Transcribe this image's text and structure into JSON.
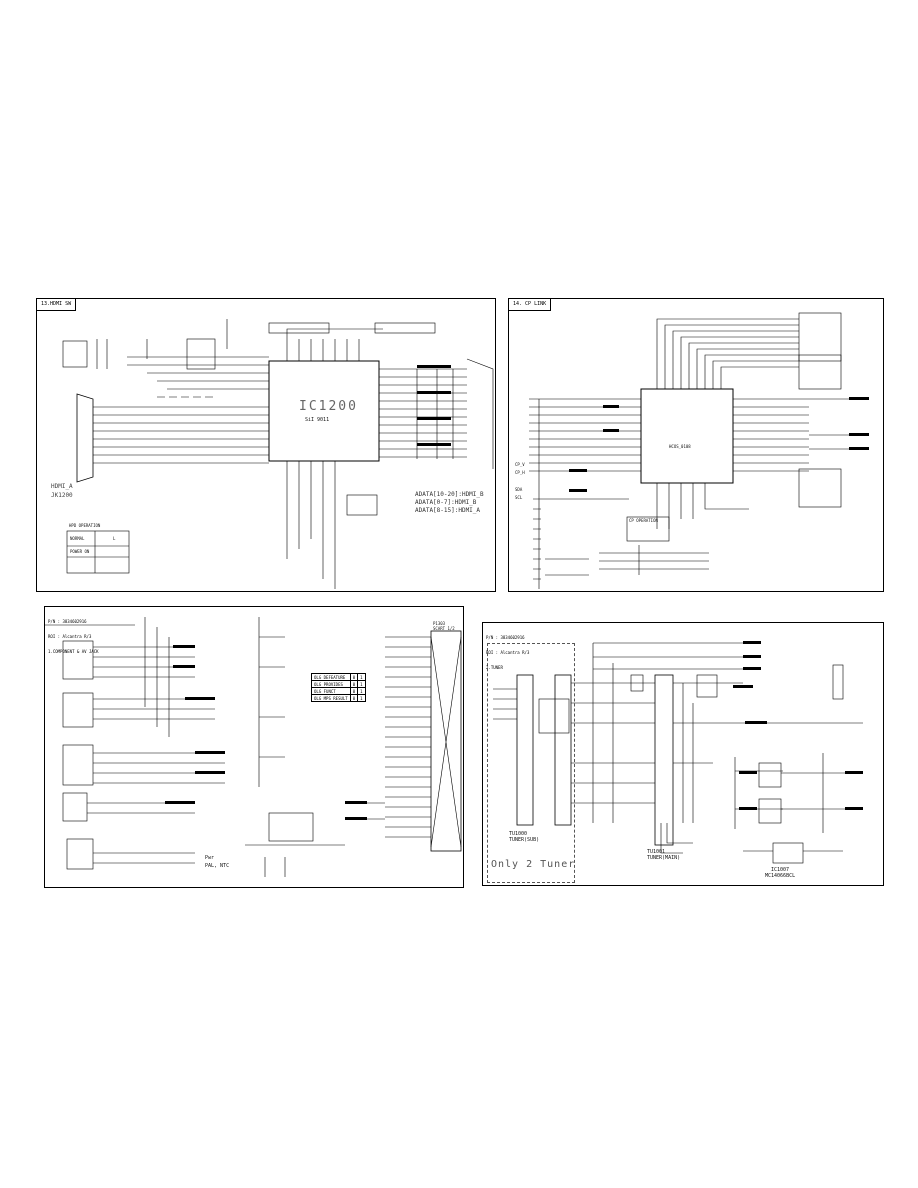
{
  "panel1": {
    "title": "13.HDMI SW",
    "ic_label": "IC1200",
    "ic_part": "SiI 9011",
    "connector_name": "HDMI_A",
    "connector_ref": "JK1200",
    "adata_lines": [
      "ADATA[10-20]:HDMI_B",
      "ADATA[0-7]:HDMI_B",
      "ADATA[8-15]:HDMI_A"
    ],
    "hpd_table": {
      "title": "HPD OPERATION",
      "rows": [
        {
          "mode": "NORMAL",
          "value": "L"
        },
        {
          "mode": "POWER ON",
          "value": ""
        }
      ]
    }
  },
  "panel2": {
    "title": "14. CP LINK",
    "ic_part": "HCOS_0108",
    "left_labels": [
      "CP_V",
      "CP_H",
      "SDA",
      "SCL"
    ],
    "cp_table_title": "CP OPERATION"
  },
  "panel3": {
    "title_lines": [
      "P/N : 3834602916",
      "ROI : Alcantra R/3",
      "1.COMPONENT & AV JACK"
    ],
    "header_ref": "P1303",
    "header_ref2": "SCART 1/2",
    "table_rows": [
      {
        "name": "OLG DEFEATURE",
        "a": "0",
        "b": "1"
      },
      {
        "name": "OLG PROVIDES",
        "a": "0",
        "b": "1"
      },
      {
        "name": "OLG FUNCT",
        "a": "0",
        "b": "1"
      },
      {
        "name": "OLG MPS RESULT",
        "a": "0",
        "b": "1"
      }
    ],
    "footer_lines": [
      "Pwr",
      "PAL, NTC"
    ]
  },
  "panel4": {
    "title_lines": [
      "P/N : 3834602916",
      "ROI : Alcantra R/3",
      "2.TUNER"
    ],
    "tuner1_ref": "TU1000",
    "tuner1_name": "TUNER(SUB)",
    "tuner2_ref": "TU1001",
    "tuner2_name": "TUNER(MAIN)",
    "note": "Only 2 Tuner",
    "ic_ref": "IC1007",
    "ic_part": "MC14066BCL"
  }
}
